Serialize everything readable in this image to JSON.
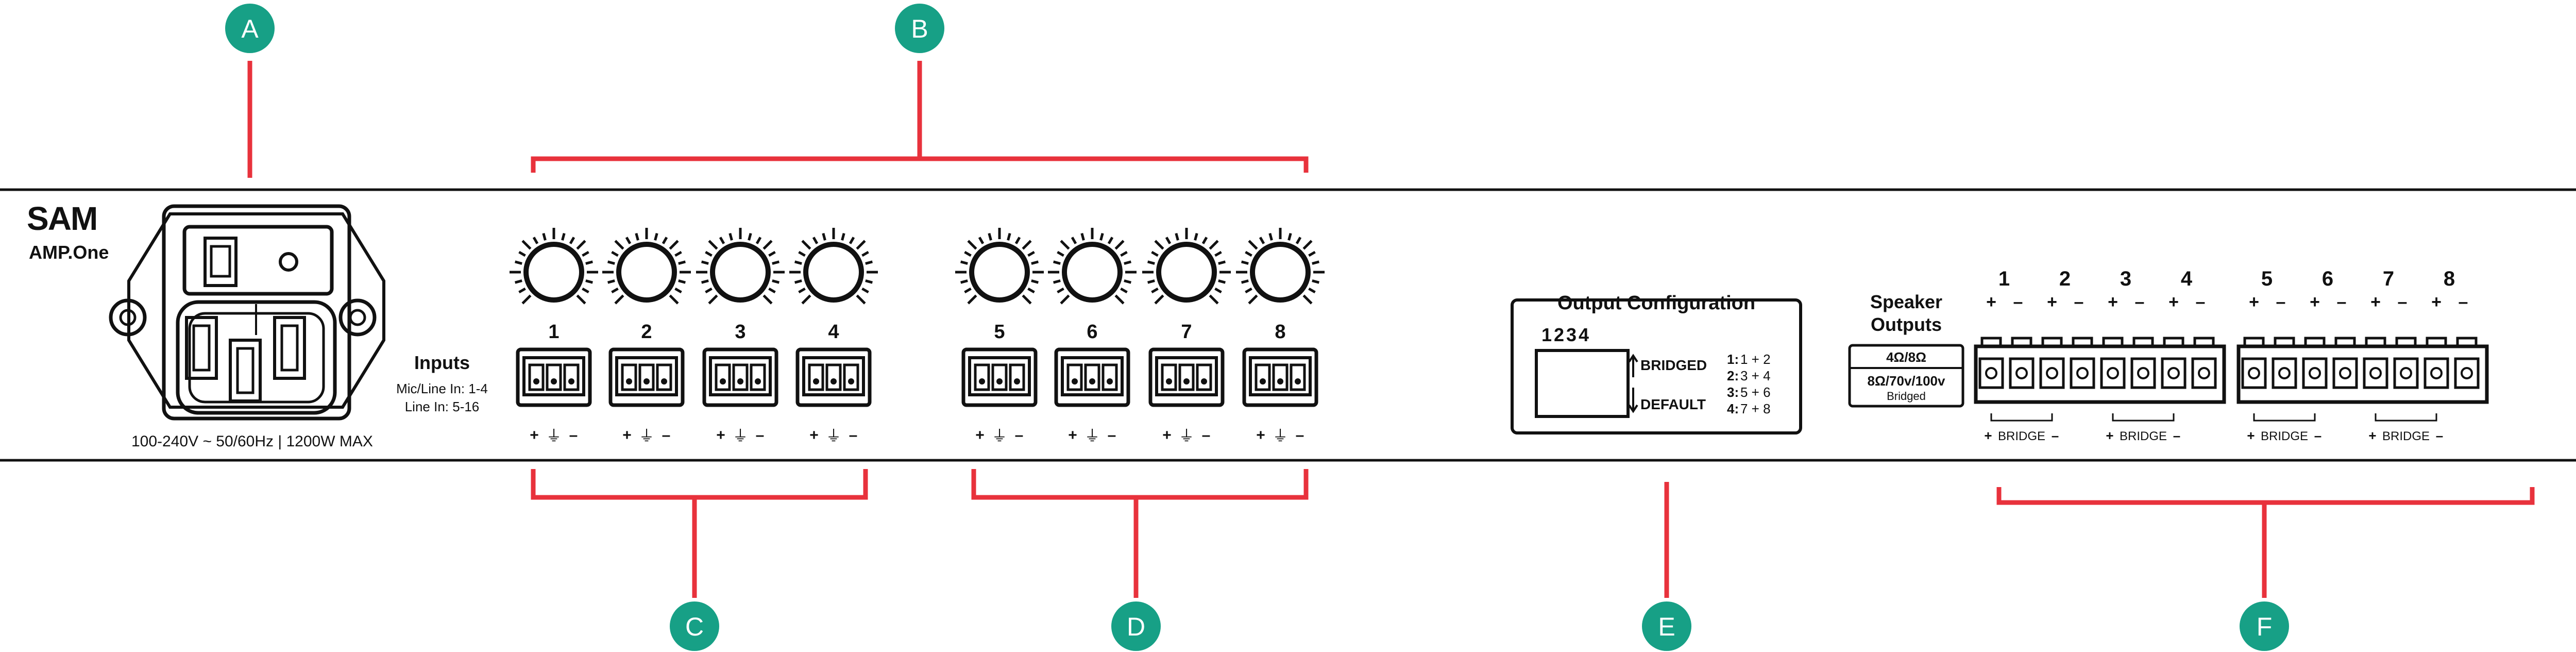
{
  "callouts": {
    "a": "A",
    "b": "B",
    "c": "C",
    "d": "D",
    "e": "E",
    "f": "F",
    "color_circle": "#17a086",
    "color_line": "#e8323c"
  },
  "panel": {
    "brand_logo": "SAM",
    "model": "AMP.One",
    "power_rating": "100-240V ~ 50/60Hz | 1200W MAX"
  },
  "inputs": {
    "title": "Inputs",
    "note_line1": "Mic/Line In: 1-4",
    "note_line2": "Line In: 5-16",
    "channels": [
      "1",
      "2",
      "3",
      "4",
      "5",
      "6",
      "7",
      "8"
    ],
    "pin_plus": "+",
    "pin_ground": "⏚",
    "pin_minus": "–"
  },
  "output_config": {
    "title": "Output Configuration",
    "switch_numbers": "1234",
    "bridged": "BRIDGED",
    "default": "DEFAULT",
    "map": [
      {
        "k": "1:",
        "v": "1 + 2"
      },
      {
        "k": "2:",
        "v": "3 + 4"
      },
      {
        "k": "3:",
        "v": "5 + 6"
      },
      {
        "k": "4:",
        "v": "7 + 8"
      }
    ]
  },
  "speaker": {
    "title_line1": "Speaker",
    "title_line2": "Outputs",
    "impedance": "4Ω/8Ω",
    "bridged_rating": "8Ω/70v/100v",
    "bridged_label": "Bridged",
    "channels": [
      "1",
      "2",
      "3",
      "4",
      "5",
      "6",
      "7",
      "8"
    ],
    "plus": "+",
    "minus": "–",
    "bridge": "BRIDGE"
  }
}
